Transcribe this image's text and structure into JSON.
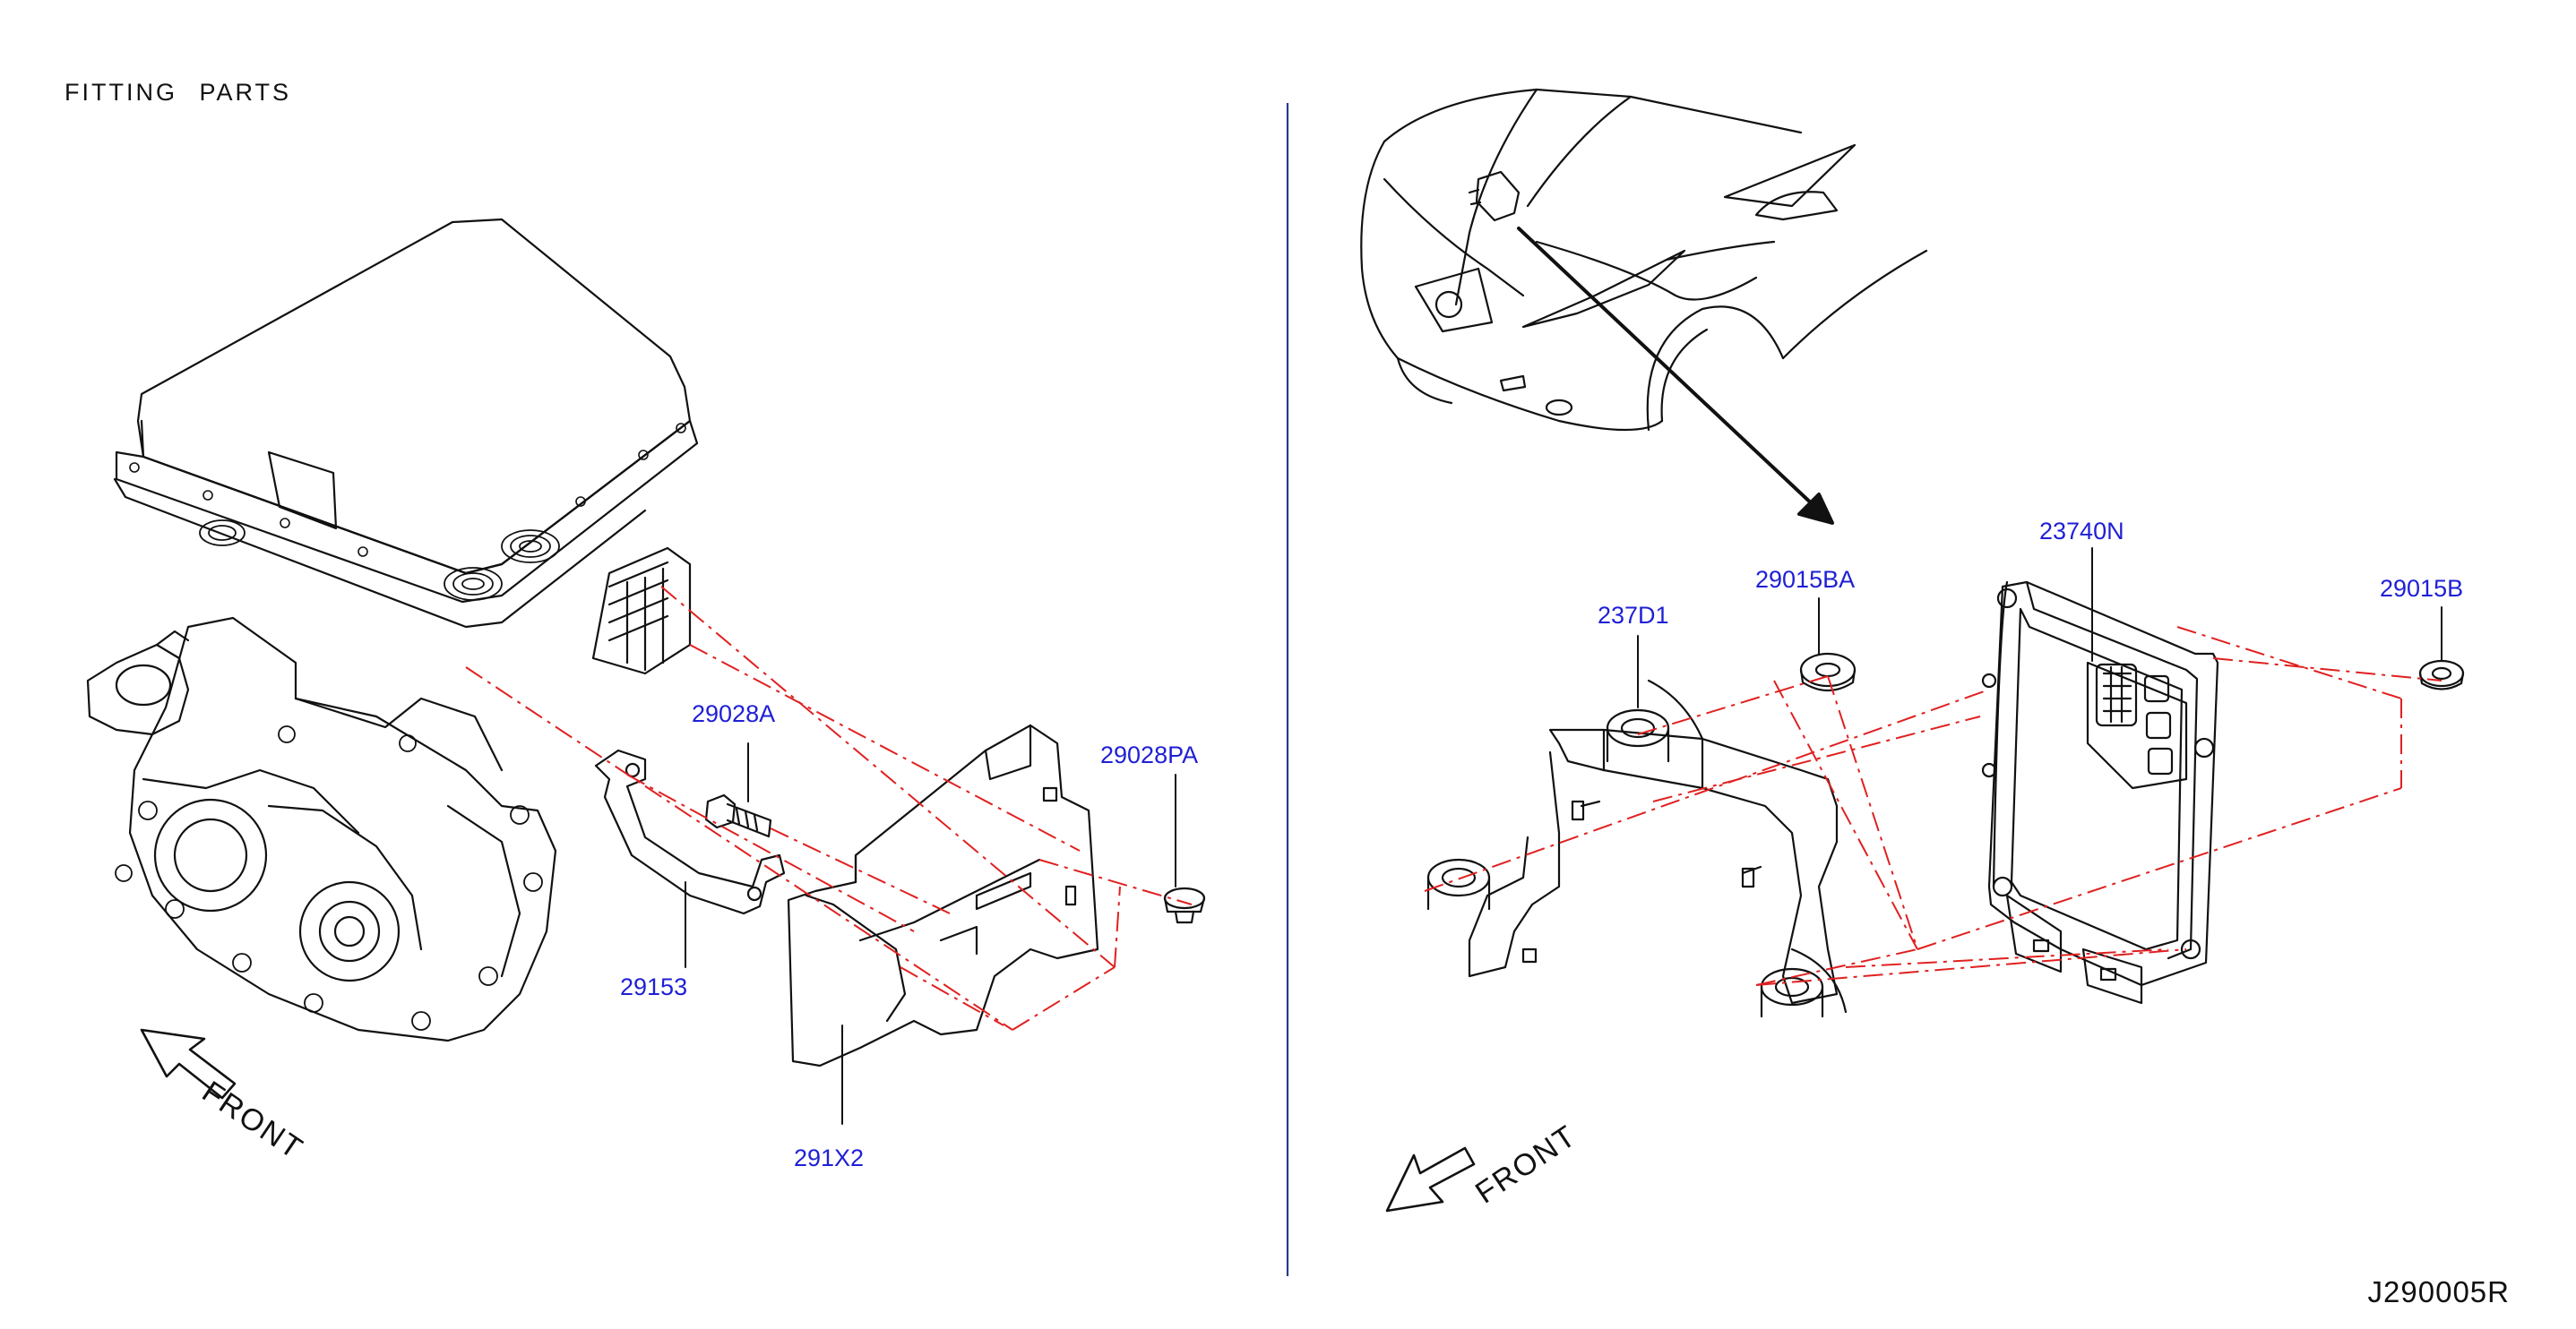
{
  "title": "FITTING PARTS",
  "diagram_code": "J290005R",
  "front_label": "FRONT",
  "part_numbers": {
    "bracket_291x2": "291X2",
    "clip_29028pa": "29028PA",
    "bolt_29028a": "29028A",
    "bracket_29153": "29153",
    "bracket_237d1": "237D1",
    "grommet_29015ba": "29015BA",
    "controller_23740n": "23740N",
    "grommet_29015b": "29015B"
  },
  "colors": {
    "part_number": "#1f1fd6",
    "leader_red": "#e02020",
    "divider": "#2b3a8a",
    "line": "#111111"
  }
}
